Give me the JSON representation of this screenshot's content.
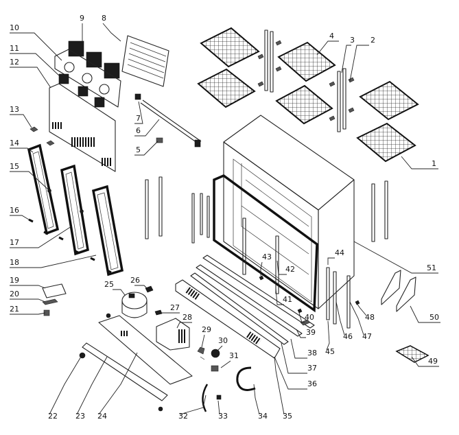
{
  "callouts": [
    {
      "n": "1"
    },
    {
      "n": "2"
    },
    {
      "n": "3"
    },
    {
      "n": "4"
    },
    {
      "n": "5"
    },
    {
      "n": "6"
    },
    {
      "n": "7"
    },
    {
      "n": "8"
    },
    {
      "n": "9"
    },
    {
      "n": "10"
    },
    {
      "n": "11"
    },
    {
      "n": "12"
    },
    {
      "n": "13"
    },
    {
      "n": "14"
    },
    {
      "n": "15"
    },
    {
      "n": "16"
    },
    {
      "n": "17"
    },
    {
      "n": "18"
    },
    {
      "n": "19"
    },
    {
      "n": "20"
    },
    {
      "n": "21"
    },
    {
      "n": "22"
    },
    {
      "n": "23"
    },
    {
      "n": "24"
    },
    {
      "n": "25"
    },
    {
      "n": "26"
    },
    {
      "n": "27"
    },
    {
      "n": "28"
    },
    {
      "n": "29"
    },
    {
      "n": "30"
    },
    {
      "n": "31"
    },
    {
      "n": "32"
    },
    {
      "n": "33"
    },
    {
      "n": "34"
    },
    {
      "n": "35"
    },
    {
      "n": "36"
    },
    {
      "n": "37"
    },
    {
      "n": "38"
    },
    {
      "n": "39"
    },
    {
      "n": "40"
    },
    {
      "n": "41"
    },
    {
      "n": "42"
    },
    {
      "n": "43"
    },
    {
      "n": "44"
    },
    {
      "n": "45"
    },
    {
      "n": "46"
    },
    {
      "n": "47"
    },
    {
      "n": "48"
    },
    {
      "n": "49"
    },
    {
      "n": "50"
    },
    {
      "n": "51"
    }
  ]
}
